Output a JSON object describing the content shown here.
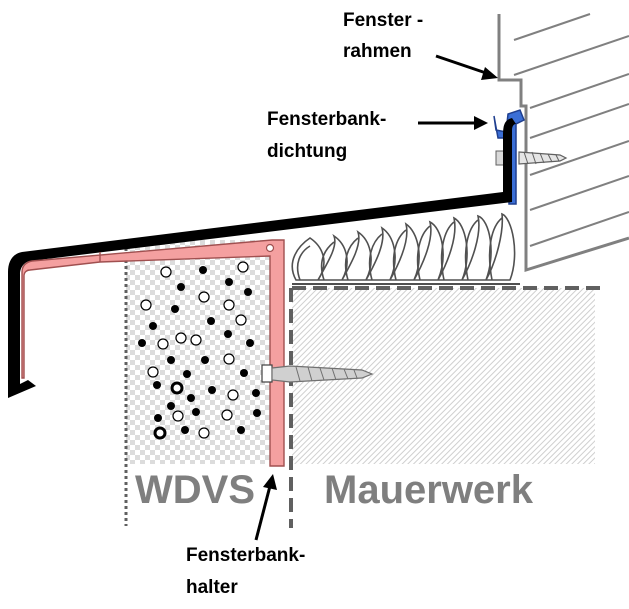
{
  "labels": {
    "fensterrahmen_line1": "Fenster -",
    "fensterrahmen_line2": "rahmen",
    "dichtung_line1": "Fensterbank-",
    "dichtung_line2": "dichtung",
    "halter_line1": "Fensterbank-",
    "halter_line2": "halter",
    "wdvs": "WDVS",
    "mauerwerk": "Mauerwerk"
  },
  "colors": {
    "sill": "#000000",
    "holder": "#f4a0a0",
    "seal": "#3b6fd6",
    "insulation_text": "#7f7f7f",
    "frame_line": "#7f7f7f",
    "wall_hatch": "#d9d9d9"
  }
}
